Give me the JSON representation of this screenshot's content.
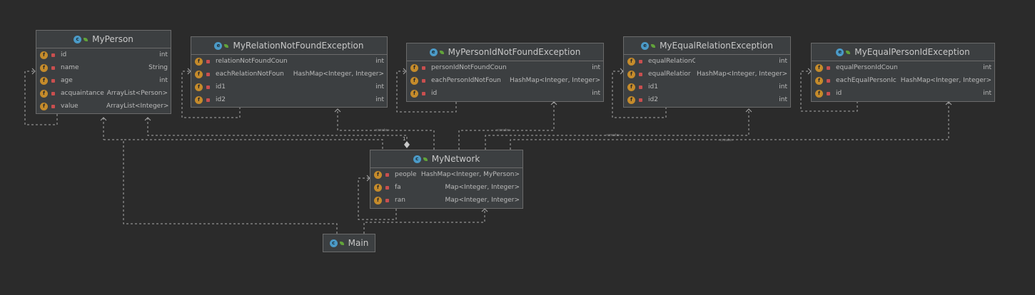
{
  "classes": {
    "myperson": {
      "name": "MyPerson",
      "fields": [
        {
          "name": "id",
          "type": "int"
        },
        {
          "name": "name",
          "type": "String"
        },
        {
          "name": "age",
          "type": "int"
        },
        {
          "name": "acquaintance",
          "type": "ArrayList<Person>"
        },
        {
          "name": "value",
          "type": "ArrayList<Integer>"
        }
      ]
    },
    "relationnotfound": {
      "name": "MyRelationNotFoundException",
      "fields": [
        {
          "name": "relationNotFoundCoun",
          "type": "int"
        },
        {
          "name": "eachRelationNotFoun",
          "type": "HashMap<Integer, Integer>"
        },
        {
          "name": "id1",
          "type": "int"
        },
        {
          "name": "id2",
          "type": "int"
        }
      ]
    },
    "personidnotfound": {
      "name": "MyPersonIdNotFoundException",
      "fields": [
        {
          "name": "personIdNotFoundCoun",
          "type": "int"
        },
        {
          "name": "eachPersonIdNotFoun",
          "type": "HashMap<Integer, Integer>"
        },
        {
          "name": "id",
          "type": "int"
        }
      ]
    },
    "equalrelation": {
      "name": "MyEqualRelationException",
      "fields": [
        {
          "name": "equalRelationCoun",
          "type": "int"
        },
        {
          "name": "equalRelatior",
          "type": "HashMap<Integer, Integer>"
        },
        {
          "name": "id1",
          "type": "int"
        },
        {
          "name": "id2",
          "type": "int"
        }
      ]
    },
    "equalpersonid": {
      "name": "MyEqualPersonIdException",
      "fields": [
        {
          "name": "equalPersonIdCoun",
          "type": "int"
        },
        {
          "name": "eachEqualPersonIc",
          "type": "HashMap<Integer, Integer>"
        },
        {
          "name": "id",
          "type": "int"
        }
      ]
    },
    "mynetwork": {
      "name": "MyNetwork",
      "fields": [
        {
          "name": "people",
          "type": "HashMap<Integer, MyPerson>"
        },
        {
          "name": "fa",
          "type": "Map<Integer, Integer>"
        },
        {
          "name": "ran",
          "type": "Map<Integer, Integer>"
        }
      ]
    },
    "main": {
      "name": "Main",
      "fields": []
    }
  },
  "relations": {
    "create_label": "«create»",
    "multiplicity": "1"
  },
  "colors": {
    "background": "#2b2b2b",
    "box": "#3c3f41",
    "border": "#6b6b6b",
    "edge": "#a9a9a9",
    "field_icon": "#c58b2b",
    "lock": "#c94f4f",
    "class_icon": "#4b9ac7"
  },
  "icons": {
    "class": "class-icon",
    "exception": "exception-class-icon",
    "field": "field-icon",
    "private": "lock-icon"
  }
}
